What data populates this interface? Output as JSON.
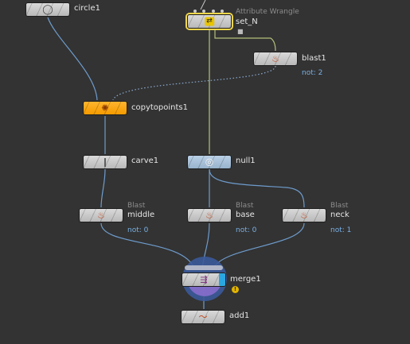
{
  "nodes": {
    "circle1": {
      "label": "circle1"
    },
    "set_N": {
      "type": "Attribute Wrangle",
      "label": "set_N"
    },
    "blast1": {
      "label": "blast1",
      "info": "not: 2"
    },
    "copytopoints1": {
      "label": "copytopoints1"
    },
    "carve1": {
      "label": "carve1"
    },
    "null1": {
      "label": "null1"
    },
    "middle": {
      "type": "Blast",
      "label": "middle",
      "info": "not: 0"
    },
    "base": {
      "type": "Blast",
      "label": "base",
      "info": "not: 0"
    },
    "neck": {
      "type": "Blast",
      "label": "neck",
      "info": "not: 1"
    },
    "merge1": {
      "label": "merge1"
    },
    "add1": {
      "label": "add1"
    }
  },
  "colors": {
    "background": "#333333",
    "wire": "#6e9ccd",
    "wire_selected": "#b4c07a",
    "selected_outline": "#f2d64b",
    "copy_node": "#f5a000",
    "null_node": "#a9c1d9",
    "info_text": "#79b0e4"
  },
  "icons": {
    "circle1": "circle-icon",
    "set_N": "wrangle-icon",
    "blast": "blast-icon",
    "copytopoints1": "copy-icon",
    "carve1": "carve-icon",
    "null1": "null-icon",
    "merge1": "merge-icon",
    "add1": "add-icon"
  }
}
